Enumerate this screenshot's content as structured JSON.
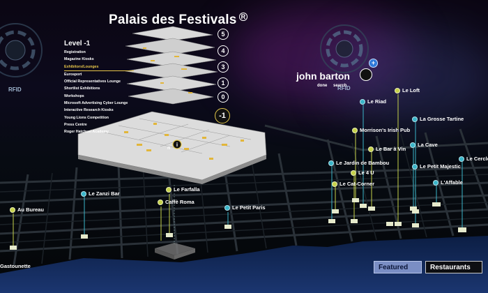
{
  "venue": {
    "title": "Palais des Festivals",
    "title_badge": "R",
    "current_level_heading": "Level -1",
    "directory": [
      "Registration",
      "Magazine Kiosks",
      "Exhibitors/Lounges",
      "Eurosport",
      "Official Representatives Lounge",
      "Shortlist Exhibitions",
      "Workshops",
      "Microsoft Advertising Cyber Lounge",
      "Interactive Research Kiosks",
      "Young Lions Competition",
      "Press Centre",
      "Roger Hatchuel Academy"
    ],
    "selected_directory_item": "Exhibitors/Lounges",
    "levels": [
      "5",
      "4",
      "3",
      "1",
      "0",
      "-1"
    ],
    "active_level": "-1"
  },
  "rfid": {
    "left_label": "RFID",
    "right_label": "RFID"
  },
  "user": {
    "name": "john barton",
    "done_label": "done",
    "search_label": "search",
    "add_glyph": "+"
  },
  "pois": [
    {
      "name": "Le Zanzi Bar",
      "color": "#3ab5c9"
    },
    {
      "name": "Le Farfalla",
      "color": "#c6d24a"
    },
    {
      "name": "Caffè Roma",
      "color": "#c6d24a"
    },
    {
      "name": "Le Petit Paris",
      "color": "#3ab5c9"
    },
    {
      "name": "Au Bureau",
      "color": "#c6d24a"
    },
    {
      "name": "Gastounette",
      "color": "#ffffff"
    },
    {
      "name": "Le Loft",
      "color": "#c6d24a"
    },
    {
      "name": "Le Riad",
      "color": "#3ab5c9"
    },
    {
      "name": "La Grosse Tartine",
      "color": "#3ab5c9"
    },
    {
      "name": "Morrison's Irish Pub",
      "color": "#c6d24a"
    },
    {
      "name": "La Cave",
      "color": "#3ab5c9"
    },
    {
      "name": "Le Bar à Vin",
      "color": "#c6d24a"
    },
    {
      "name": "Le Jardin de Bambou",
      "color": "#3ab5c9"
    },
    {
      "name": "Le Cercle",
      "color": "#3ab5c9"
    },
    {
      "name": "Le Petit Majestic",
      "color": "#3ab5c9"
    },
    {
      "name": "Le 4 U",
      "color": "#c6d24a"
    },
    {
      "name": "Le Cat-Corner",
      "color": "#c6d24a"
    },
    {
      "name": "L'Affable",
      "color": "#3ab5c9"
    }
  ],
  "filters": {
    "featured": "Featured",
    "restaurants": "Restaurants",
    "active": "Featured"
  },
  "colors": {
    "accent_yellow": "#e3c84a",
    "poi_cyan": "#3ab5c9",
    "poi_lime": "#c6d24a",
    "featured_button": "#7a8ec4"
  }
}
